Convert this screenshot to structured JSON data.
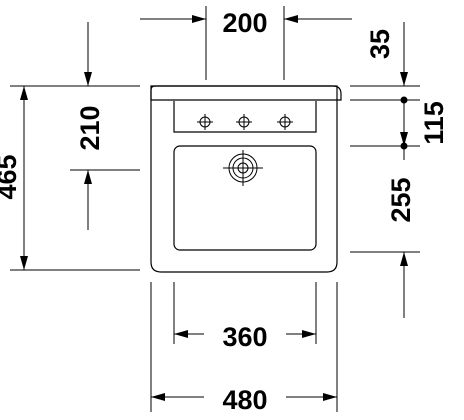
{
  "dimensions": {
    "top_spout_spacing": "200",
    "rim_height": "35",
    "total_height": "465",
    "spout_to_top": "210",
    "spout_offset": "115",
    "basin_height": "255",
    "inner_width": "360",
    "outer_width": "480"
  },
  "colors": {
    "stroke": "#000000",
    "background": "#ffffff"
  }
}
